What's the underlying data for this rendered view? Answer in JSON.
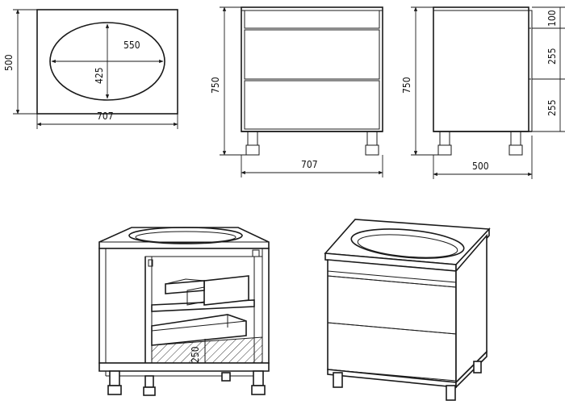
{
  "top_view": {
    "width": "707",
    "depth": "500",
    "bowl_width": "550",
    "bowl_depth": "425"
  },
  "front_view": {
    "width": "707",
    "height": "750"
  },
  "side_view": {
    "depth": "500",
    "height": "750",
    "sections": [
      "100",
      "255",
      "255"
    ]
  },
  "open_view": {
    "bottom_label": "250"
  },
  "colors": {
    "line": "#1a1a1a",
    "background": "#ffffff"
  }
}
